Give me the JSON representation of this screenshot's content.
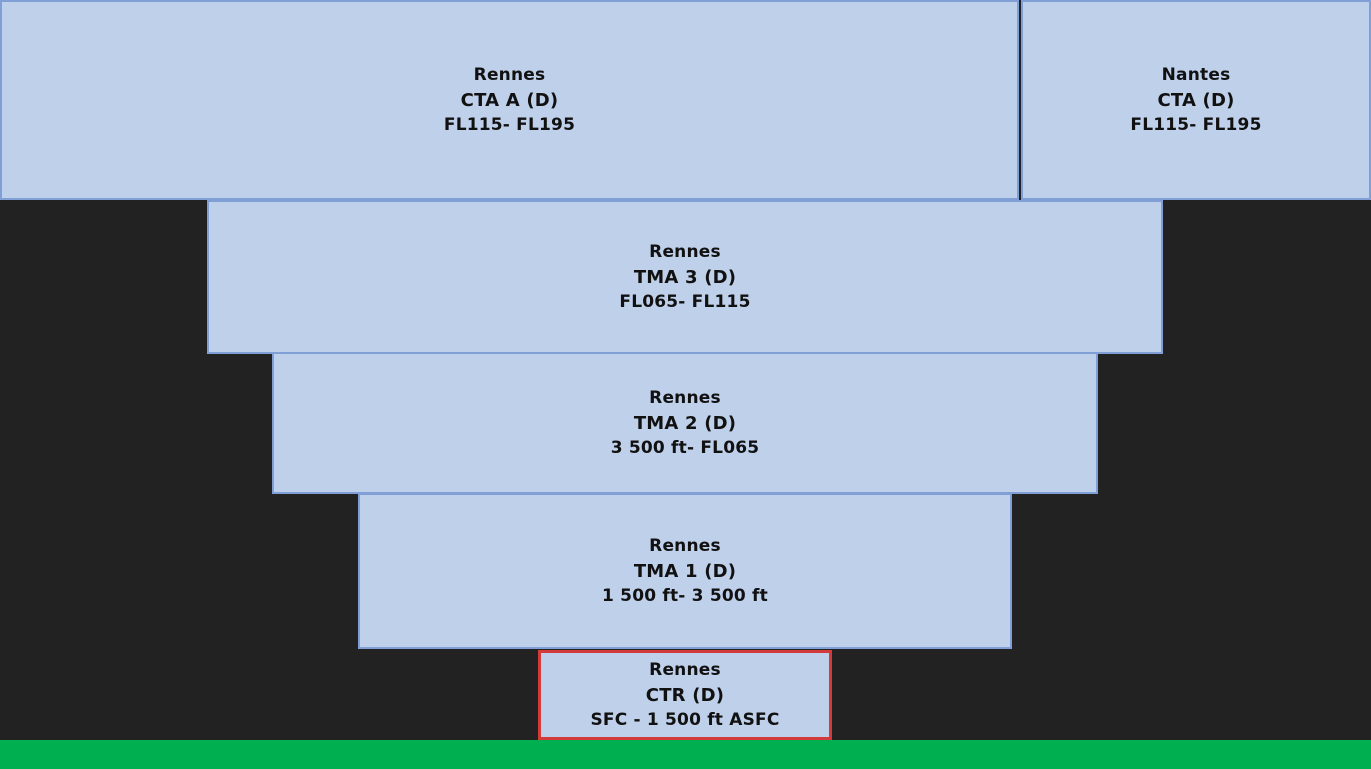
{
  "airspaces": {
    "rennes_cta_a": {
      "name": "Rennes",
      "class": "CTA A (D)",
      "limits": "FL115- FL195"
    },
    "nantes_cta": {
      "name": "Nantes",
      "class": "CTA (D)",
      "limits": "FL115- FL195"
    },
    "rennes_tma3": {
      "name": "Rennes",
      "class": "TMA 3 (D)",
      "limits": "FL065- FL115"
    },
    "rennes_tma2": {
      "name": "Rennes",
      "class": "TMA 2 (D)",
      "limits": "3 500 ft- FL065"
    },
    "rennes_tma1": {
      "name": "Rennes",
      "class": "TMA 1 (D)",
      "limits": "1 500 ft- 3 500 ft"
    },
    "rennes_ctr": {
      "name": "Rennes",
      "class": "CTR (D)",
      "limits": "SFC - 1 500 ft ASFC"
    }
  },
  "colors": {
    "background": "#222222",
    "box_fill": "#bfd0eb",
    "box_border": "#7f9fd6",
    "ctr_border": "#d33a3a",
    "ground": "#00b050"
  }
}
